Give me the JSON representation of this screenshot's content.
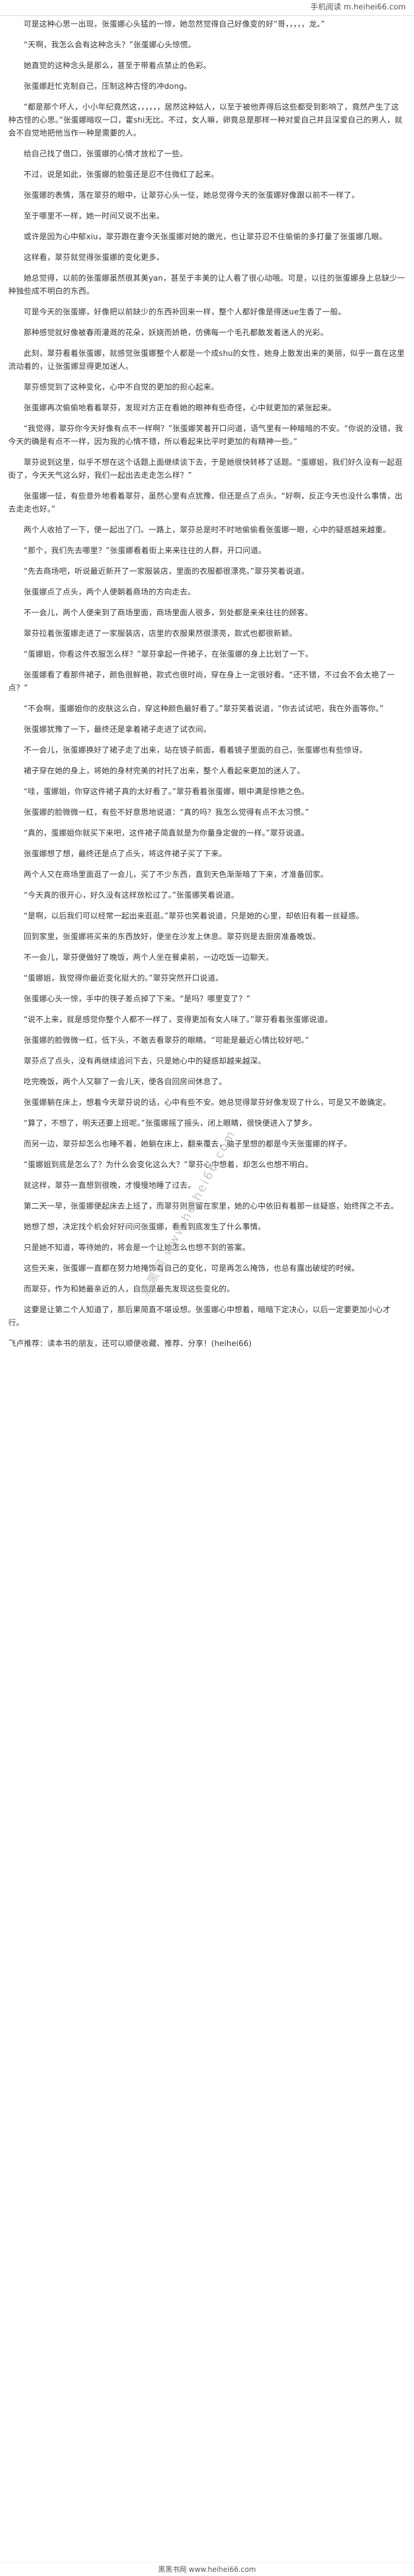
{
  "header": {
    "site": "手机阅读 m.heihei66.com"
  },
  "paragraphs": [
    "可是这种心思一出现，张蛋娜心头猛的一惊，她忽然觉得自己好像变的好“哥，，，，，龙。”",
    "“天啊，我怎么会有这种念头？”张蛋娜心头惊慌。",
    "她直觉的这种念头是那么，甚至于带着点禁止的色彩。",
    "张蛋娜赶忙克制自己，压制这种古怪的冲dong。",
    "“都是那个坏人，小小年纪竟然这，，，，，，居然这种姑人，以至于被他弄得后这些都受到影响了，竟然产生了这种古怪的心思。”张蛋娜暗叹一口，霍shi无比。不过，女人嘛，卵竟总是那样一种对爱自己并且深爱自己的男人，就会不自觉地把他当作一种是需要的人。",
    "给自己找了借口，张蛋娜的心情才放松了一些。",
    "不过，说是如此，张蛋娜的脸蛋还是忍不住微红了起来。",
    "张蛋娜的表情，落在翠芬的眼中，让翠芬心头一怔，她总觉得今天的张蛋娜好像跟以前不一样了。",
    "至于哪里不一样，她一时间又说不出来。",
    "或许是因为心中郁xiu，翠芬跟在妻今天张蛋娜对她的嫩光，也让翠芬忍不住偷偷的多打量了张蛋娜几眼。",
    "这样看，翠芬就觉得张蛋娜的变化更多。",
    "她总觉得，以前的张蛋娜虽然很其美yan，甚至于丰美的让人看了很心动哦。可是，以往的张蛋娜身上总缺少一种独些成不明白的东西。",
    "可是今天的张蛋娜，好像把以前缺少的东西补回来一样，整个人都好像是得迷ue生香了一般。",
    "那种感觉就好像被春雨灌溉的花朵，妖娆而娇艳，仿佛每一个毛孔都散发着迷人的光彩。",
    "此刻，翠芬看着张蛋娜，就感觉张蛋娜整个人都是一个成shu的女性，她身上散发出来的美丽，似乎一直在这里流动着的，让张蛋娜显得更加迷人。",
    "翠芬感觉到了这种变化，心中不自觉的更加的担心起来。",
    "张蛋娜再次偷偷地看着翠芬，发现对方正在看她的眼神有些奇怪，心中就更加的紧张起来。",
    "“我觉得，翠芬你今天好像有点不一样啊？”张蛋娜笑着开口问道，语气里有一种暗暗的不安。“你说的没错，我今天的确是有点不一样，因为我的心情不错，所以看起来比平时更加的有精神一些。”",
    "翠芬说到这里，似乎不想在这个话题上面继续谈下去，于是她很快转移了话题。“蛋娜姐，我们好久没有一起逛街了，今天天气这么好，我们一起出去走走怎么样？”",
    "张蛋娜一怔，有些意外地看着翠芬，虽然心里有点犹豫，但还是点了点头。“好啊，反正今天也没什么事情，出去走走也好。”",
    "两个人收拾了一下，便一起出了门。一路上，翠芬总是时不时地偷偷看张蛋娜一眼，心中的疑惑越来越重。",
    "“那个，我们先去哪里？”张蛋娜看着街上来来往往的人群，开口问道。",
    "“先去商场吧，听说最近新开了一家服装店，里面的衣服都很漂亮。”翠芬笑着说道。",
    "张蛋娜点了点头，两个人便朝着商场的方向走去。",
    "不一会儿，两个人便来到了商场里面，商场里面人很多，到处都是来来往往的顾客。",
    "翠芬拉着张蛋娜走进了一家服装店，店里的衣服果然很漂亮，款式也都很新颖。",
    "“蛋娜姐，你看这件衣服怎么样？”翠芬拿起一件裙子，在张蛋娜的身上比划了一下。",
    "张蛋娜看了看那件裙子，颜色很鲜艳，款式也很时尚，穿在身上一定很好看。“还不错，不过会不会太艳了一点？”",
    "“不会啊，蛋娜姐你的皮肤这么白，穿这种颜色最好看了。”翠芬笑着说道，“你去试试吧，我在外面等你。”",
    "张蛋娜犹豫了一下，最终还是拿着裙子走进了试衣间。",
    "不一会儿，张蛋娜换好了裙子走了出来，站在镜子前面，看着镜子里面的自己，张蛋娜也有些惊讶。",
    "裙子穿在她的身上，将她的身材完美的衬托了出来，整个人看起来更加的迷人了。",
    "“哇，蛋娜姐，你穿这件裙子真的太好看了。”翠芬看着张蛋娜，眼中满是惊艳之色。",
    "张蛋娜的脸微微一红，有些不好意思地说道：“真的吗？我怎么觉得有点不太习惯。”",
    "“真的，蛋娜姐你就买下来吧，这件裙子简直就是为你量身定做的一样。”翠芬说道。",
    "张蛋娜想了想，最终还是点了点头，将这件裙子买了下来。",
    "两个人又在商场里面逛了一会儿，买了不少东西，直到天色渐渐暗了下来，才准备回家。",
    "“今天真的很开心，好久没有这样放松过了。”张蛋娜笑着说道。",
    "“是啊，以后我们可以经常一起出来逛逛。”翠芬也笑着说道，只是她的心里，却依旧有着一丝疑惑。",
    "回到家里，张蛋娜将买来的东西放好，便坐在沙发上休息。翠芬则是去厨房准备晚饭。",
    "不一会儿，翠芬便做好了晚饭，两个人坐在餐桌前，一边吃饭一边聊天。",
    "“蛋娜姐，我觉得你最近变化挺大的。”翠芬突然开口说道。",
    "张蛋娜心头一惊，手中的筷子差点掉了下来。“是吗？哪里变了？”",
    "“说不上来，就是感觉你整个人都不一样了，变得更加有女人味了。”翠芬看着张蛋娜说道。",
    "张蛋娜的脸微微一红，低下头，不敢去看翠芬的眼睛。“可能是最近心情比较好吧。”",
    "翠芬点了点头，没有再继续追问下去，只是她心中的疑惑却越来越深。",
    "吃完晚饭，两个人又聊了一会儿天，便各自回房间休息了。",
    "张蛋娜躺在床上，想着今天翠芬说的话，心中有些不安。她总觉得翠芬好像发现了什么，可是又不敢确定。",
    "“算了，不想了，明天还要上班呢。”张蛋娜摇了摇头，闭上眼睛，很快便进入了梦乡。",
    "而另一边，翠芬却怎么也睡不着，她躺在床上，翻来覆去，脑子里想的都是今天张蛋娜的样子。",
    "“蛋娜姐到底是怎么了？为什么会变化这么大？”翠芬心中想着，却怎么也想不明白。",
    "就这样，翠芬一直想到很晚，才慢慢地睡了过去。",
    "第二天一早，张蛋娜便起床去上班了，而翠芬则是留在家里，她的心中依旧有着那一丝疑惑，始终挥之不去。",
    "她想了想，决定找个机会好好问问张蛋娜，看看到底发生了什么事情。",
    "只是她不知道，等待她的，将会是一个让她怎么也想不到的答案。",
    "这些天来，张蛋娜一直都在努力地掩饰着自己的变化，可是再怎么掩饰，也总有露出破绽的时候。",
    "而翠芬，作为和她最亲近的人，自然是最先发现这些变化的。",
    "这要是让第二个人知道了，那后果简直不堪设想。张蛋娜心中想着，暗暗下定决心，以后一定要更加小心才行。",
    "飞卢推荐：读本书的朋友，还可以顺便收藏、推荐、分享！(heihei66)"
  ],
  "watermark": "黑黑网 www.heihei66.com",
  "footer": {
    "site": "黑黑书网 www.heihei66.com"
  }
}
